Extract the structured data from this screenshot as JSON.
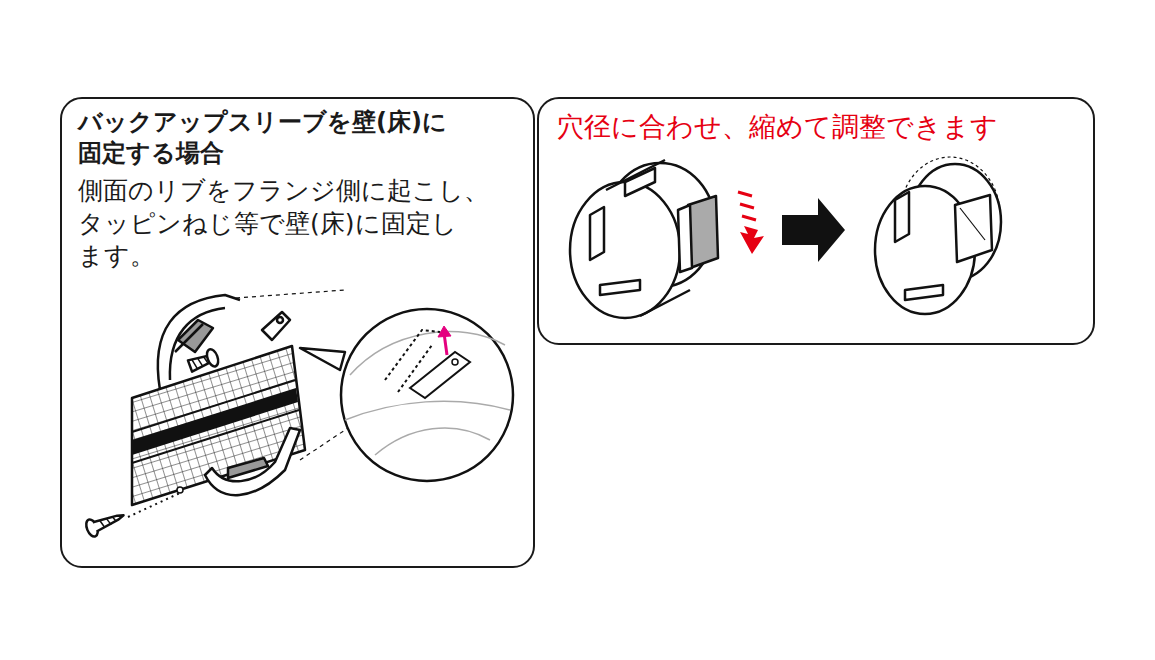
{
  "diagram": {
    "nodes": [
      {
        "text": [
          "バックアップスリーブを壁(床)に 固定する場合",
          "側面のリブをフランジ側に起こし、 タッピンねじ等で壁(床)に固定し ます。"
        ]
      },
      {
        "text": [
          "穴径に合わせ、縮めて調整できます"
        ]
      }
    ]
  }
}
